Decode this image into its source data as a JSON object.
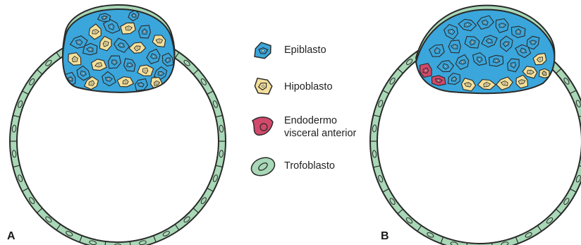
{
  "figure": {
    "panel_a_label": "A",
    "panel_b_label": "B"
  },
  "legend": {
    "items": [
      {
        "key": "epiblast",
        "lines": [
          "Epiblasto"
        ],
        "fill": "#3aa6dc",
        "icon": "epiblast-cell-icon"
      },
      {
        "key": "hypoblast",
        "lines": [
          "Hipoblasto"
        ],
        "fill": "#f4e09a",
        "icon": "hypoblast-cell-icon"
      },
      {
        "key": "ave",
        "lines": [
          "Endodermo",
          "visceral anterior"
        ],
        "fill": "#d2496b",
        "icon": "anterior-visceral-endoderm-cell-icon"
      },
      {
        "key": "trophoblast",
        "lines": [
          "Trofoblasto"
        ],
        "fill": "#a8d8b6",
        "icon": "trophoblast-cell-icon"
      }
    ]
  },
  "colors": {
    "outline": "#2a2a2a",
    "nucleus_fill": "#f6f1e4",
    "epiblast": "#3aa6dc",
    "hypoblast": "#f4e09a",
    "ave": "#d2496b",
    "trophoblast": "#a8d8b6"
  }
}
